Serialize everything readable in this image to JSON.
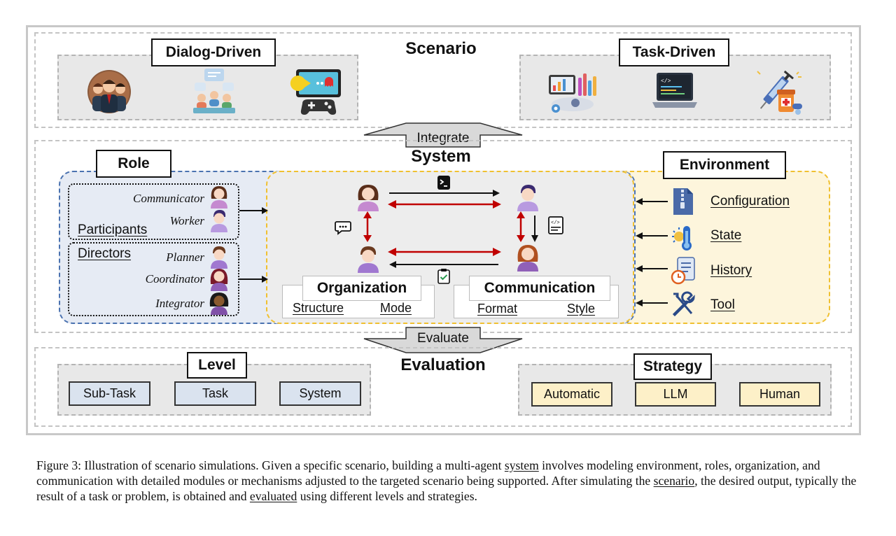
{
  "scenario": {
    "title": "Scenario",
    "dialog_label": "Dialog-Driven",
    "task_label": "Task-Driven"
  },
  "integrate": "Integrate",
  "system": {
    "title": "System",
    "role": {
      "label": "Role",
      "communicator": "Communicator",
      "worker": "Worker",
      "participants": "Participants",
      "directors": "Directors",
      "planner": "Planner",
      "coordinator": "Coordinator",
      "integrator": "Integrator"
    },
    "organization": {
      "label": "Organization",
      "structure": "Structure",
      "mode": "Mode"
    },
    "communication": {
      "label": "Communication",
      "format": "Format",
      "style": "Style"
    },
    "environment": {
      "label": "Environment",
      "items": [
        "Configuration",
        "State",
        "History",
        "Tool"
      ]
    }
  },
  "evaluate": "Evaluate",
  "evaluation": {
    "title": "Evaluation",
    "level": {
      "label": "Level",
      "items": [
        "Sub-Task",
        "Task",
        "System"
      ]
    },
    "strategy": {
      "label": "Strategy",
      "items": [
        "Automatic",
        "LLM",
        "Human"
      ]
    }
  },
  "caption": {
    "prefix": "Figure 3: Illustration of scenario simulations. Given a specific scenario, building a multi-agent ",
    "link1": "system",
    "mid1": " involves modeling environment, roles, organization, and communication with detailed modules or mechanisms adjusted to the targeted scenario being supported. After simulating the ",
    "link2": "scenario",
    "mid2": ", the desired output, typically the result of a task or problem, is obtained and ",
    "link3": "evaluated",
    "suffix": " using different levels and strategies."
  },
  "colors": {
    "role_border": "#4a72b0",
    "role_fill": "#e6ebf4",
    "env_border": "#f0c030",
    "env_fill": "#fdf5dc",
    "red_arrow": "#c00000"
  }
}
